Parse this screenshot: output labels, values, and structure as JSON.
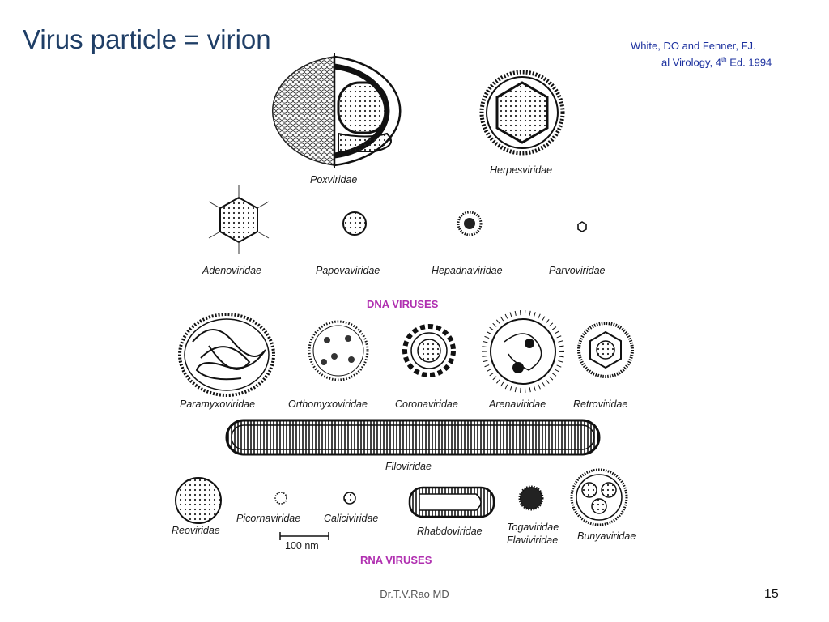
{
  "slide": {
    "title": "Virus particle = virion",
    "citation": {
      "line1": "White, DO and Fenner, FJ.",
      "line2_prefix": "al Virology, 4",
      "line2_sup": "th",
      "line2_suffix": " Ed. 1994"
    },
    "footer": "Dr.T.V.Rao MD",
    "page_number": "15"
  },
  "figure": {
    "sections": {
      "dna": "DNA VIRUSES",
      "rna": "RNA VIRUSES"
    },
    "labels": {
      "poxviridae": "Poxviridae",
      "herpesviridae": "Herpesviridae",
      "adenoviridae": "Adenoviridae",
      "papovaviridae": "Papovaviridae",
      "hepadnaviridae": "Hepadnaviridae",
      "parvoviridae": "Parvoviridae",
      "paramyxoviridae": "Paramyxoviridae",
      "orthomyxoviridae": "Orthomyxoviridae",
      "coronaviridae": "Coronaviridae",
      "arenaviridae": "Arenaviridae",
      "retroviridae": "Retroviridae",
      "filoviridae": "Filoviridae",
      "reoviridae": "Reoviridae",
      "picornaviridae": "Picornaviridae",
      "caliciviridae": "Caliciviridae",
      "rhabdoviridae": "Rhabdoviridae",
      "togaviridae": "Togaviridae",
      "flaviviridae": "Flaviviridae",
      "bunyaviridae": "Bunyaviridae"
    },
    "scale_bar": "100 nm"
  }
}
